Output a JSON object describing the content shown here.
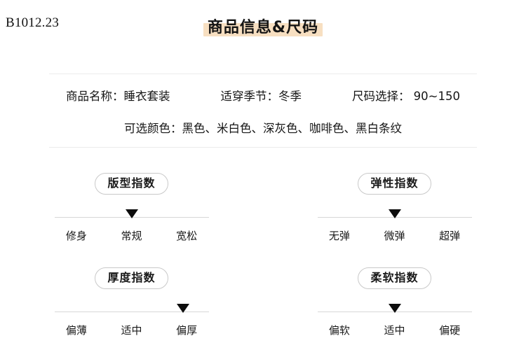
{
  "corner_code": "B1012.23",
  "title": {
    "text": "商品信息&尺码",
    "highlight_color": "#f7dfc1"
  },
  "info": {
    "row1": [
      {
        "label": "商品名称：",
        "value": "睡衣套装",
        "full": "商品名称：睡衣套装"
      },
      {
        "label": "适穿季节：",
        "value": "冬季",
        "full": "适穿季节：冬季"
      },
      {
        "label": "尺码选择：",
        "value": "90~150",
        "full": "尺码选择： 90~150"
      }
    ],
    "colors_line": "可选颜色：黑色、米白色、深灰色、咖啡色、黑白条纹",
    "colors_list": [
      "黑色",
      "米白色",
      "深灰色",
      "咖啡色",
      "黑白条纹"
    ]
  },
  "gauges": [
    {
      "name": "版型指数",
      "options": [
        "修身",
        "常规",
        "宽松"
      ],
      "selected_index": 1,
      "selected": "常规"
    },
    {
      "name": "弹性指数",
      "options": [
        "无弹",
        "微弹",
        "超弹"
      ],
      "selected_index": 1,
      "selected": "微弹"
    },
    {
      "name": "厚度指数",
      "options": [
        "偏薄",
        "适中",
        "偏厚"
      ],
      "selected_index": 2,
      "selected": "偏厚"
    },
    {
      "name": "柔软指数",
      "options": [
        "偏软",
        "适中",
        "偏硬"
      ],
      "selected_index": 1,
      "selected": "适中"
    }
  ]
}
